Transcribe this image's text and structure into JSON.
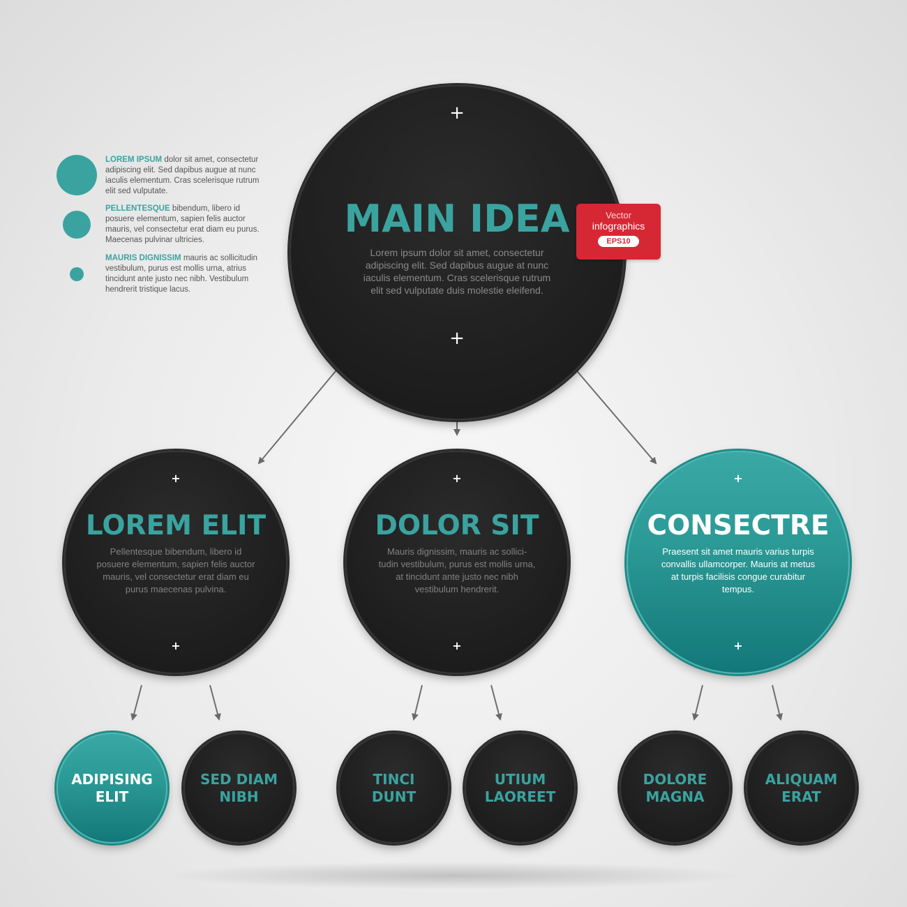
{
  "legend": [
    {
      "bold": "LOREM IPSUM",
      "text": " dolor sit amet, consectetur adipiscing elit. Sed dapibus augue at nunc iaculis elementum. Cras scelerisque rutrum elit sed vulputate."
    },
    {
      "bold": "PELLENTESQUE",
      "text": " bibendum, libero id posuere elementum, sapien felis auctor mauris, vel consectetur erat diam eu purus. Maecenas pulvinar ultricies."
    },
    {
      "bold": "MAURIS DIGNISSIM",
      "text": " mauris ac sollicitudin vestibulum, purus est mollis urna, atrius tincidunt ante justo nec nibh. Vestibulum hendrerit tristique lacus."
    }
  ],
  "main": {
    "title": "MAIN IDEA",
    "body": "Lorem ipsum dolor sit amet, consectetur adipiscing elit. Sed dapibus augue at nunc iaculis elementum. Cras scelerisque rutrum elit sed vulputate duis molestie eleifend."
  },
  "badge": {
    "line1": "Vector",
    "line2": "infographics",
    "tag": "EPS10"
  },
  "level2": [
    {
      "title": "LOREM ELIT",
      "body": "Pellentesque bibendum, libero id posuere elementum, sapien felis auctor mauris, vel consectetur erat diam eu purus maecenas pulvina."
    },
    {
      "title": "DOLOR SIT",
      "body": "Mauris dignissim, mauris ac sollici-tudin vestibulum, purus est mollis urna, at tincidunt ante justo nec nibh vestibulum hendrerit."
    },
    {
      "title": "CONSECTRE",
      "body": "Praesent sit amet mauris varius turpis convallis ullamcorper. Mauris at metus at turpis facilisis congue curabitur tempus."
    }
  ],
  "level3": [
    {
      "line1": "ADIPISING",
      "line2": "ELIT"
    },
    {
      "line1": "SED DIAM",
      "line2": "NIBH"
    },
    {
      "line1": "TINCI",
      "line2": "DUNT"
    },
    {
      "line1": "UTIUM",
      "line2": "LAOREET"
    },
    {
      "line1": "DOLORE",
      "line2": "MAGNA"
    },
    {
      "line1": "ALIQUAM",
      "line2": "ERAT"
    }
  ],
  "plus_symbol": "+",
  "colors": {
    "accent": "#3aa3a0",
    "dark": "#1f1f1f",
    "badge": "#d62834"
  }
}
